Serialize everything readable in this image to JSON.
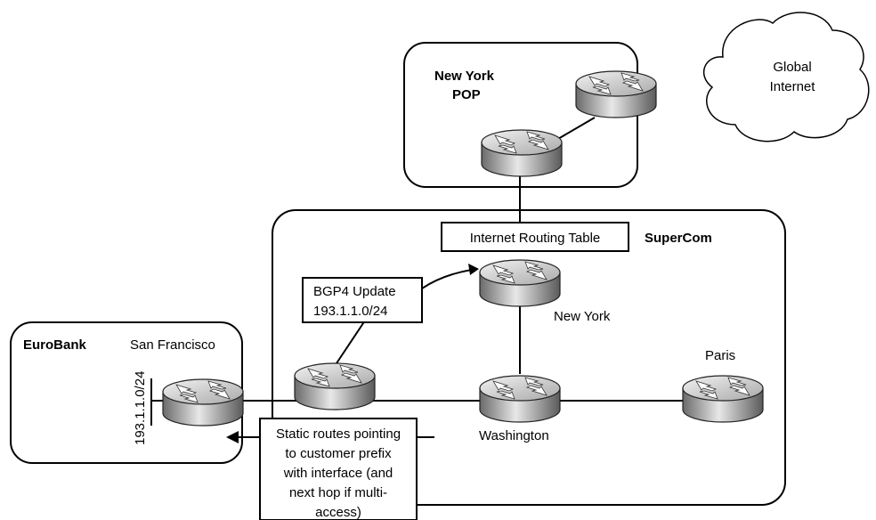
{
  "regions": {
    "new_york_pop": {
      "line1": "New  York",
      "line2": "POP"
    },
    "supercom": "SuperCom",
    "eurobank": "EuroBank"
  },
  "cloud": {
    "line1": "Global",
    "line2": "Internet"
  },
  "routing_table": "Internet Routing Table",
  "routers": {
    "san_francisco": "San Francisco",
    "new_york": "New  York",
    "washington": "Washington",
    "paris": "Paris"
  },
  "prefix_label": "193.1.1.0/24",
  "bgp_update": {
    "line1": "BGP4  Update",
    "line2": "193.1.1.0/24"
  },
  "static_note": [
    "Static routes pointing",
    "to customer prefix",
    "with interface (and",
    "next hop if multi-",
    "access)"
  ]
}
